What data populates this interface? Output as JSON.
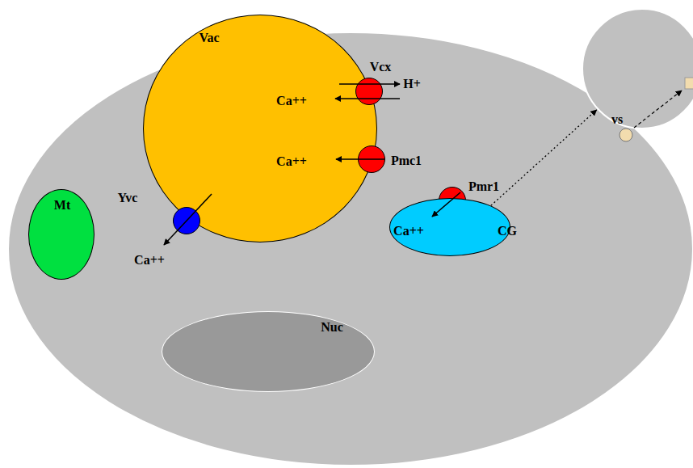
{
  "diagram": {
    "nodes": [
      {
        "text": [
          "Vac",
          "Ca++",
          "Ca++"
        ]
      },
      {
        "text": [
          "Vcx"
        ]
      },
      {
        "text": [
          "Pmc1"
        ]
      },
      {
        "text": [
          "Yvc"
        ]
      },
      {
        "text": [
          "Mt"
        ]
      },
      {
        "text": [
          "Pmr1"
        ]
      },
      {
        "text": [
          "Ca++",
          "CG"
        ]
      },
      {
        "text": [
          "Nuc"
        ]
      },
      {
        "text": [
          "vs"
        ]
      }
    ],
    "edges": [
      {
        "from": 6,
        "to": 8,
        "arrow": "to"
      }
    ],
    "labels": [
      "H+",
      "Ca++"
    ]
  }
}
